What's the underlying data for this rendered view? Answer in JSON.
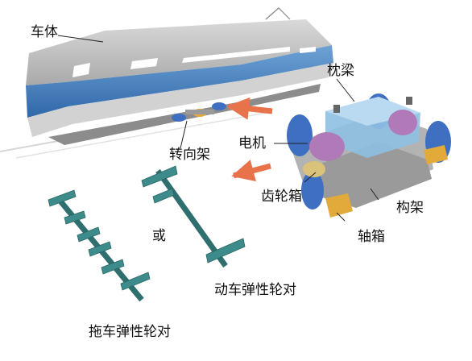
{
  "labels": {
    "car_body": "车体",
    "bogie": "转向架",
    "bolster": "枕梁",
    "motor": "电机",
    "gearbox": "齿轮箱",
    "frame": "构架",
    "axle_box": "轴箱",
    "or": "或",
    "motor_wheelset": "动车弹性轮对",
    "trailer_wheelset": "拖车弹性轮对"
  },
  "colors": {
    "train_body_grey": "#c6c6c6",
    "train_blue": "#3f7fbf",
    "arrow_orange": "#e8734a",
    "wheelset_teal": "#3d8b8b",
    "bolster_blue": "#8fc0e3",
    "motor_purple": "#b07ab8",
    "axlebox_gold": "#e2a93b",
    "wheel_blue": "#3e6fc0",
    "frame_grey": "#9a9a9a"
  }
}
